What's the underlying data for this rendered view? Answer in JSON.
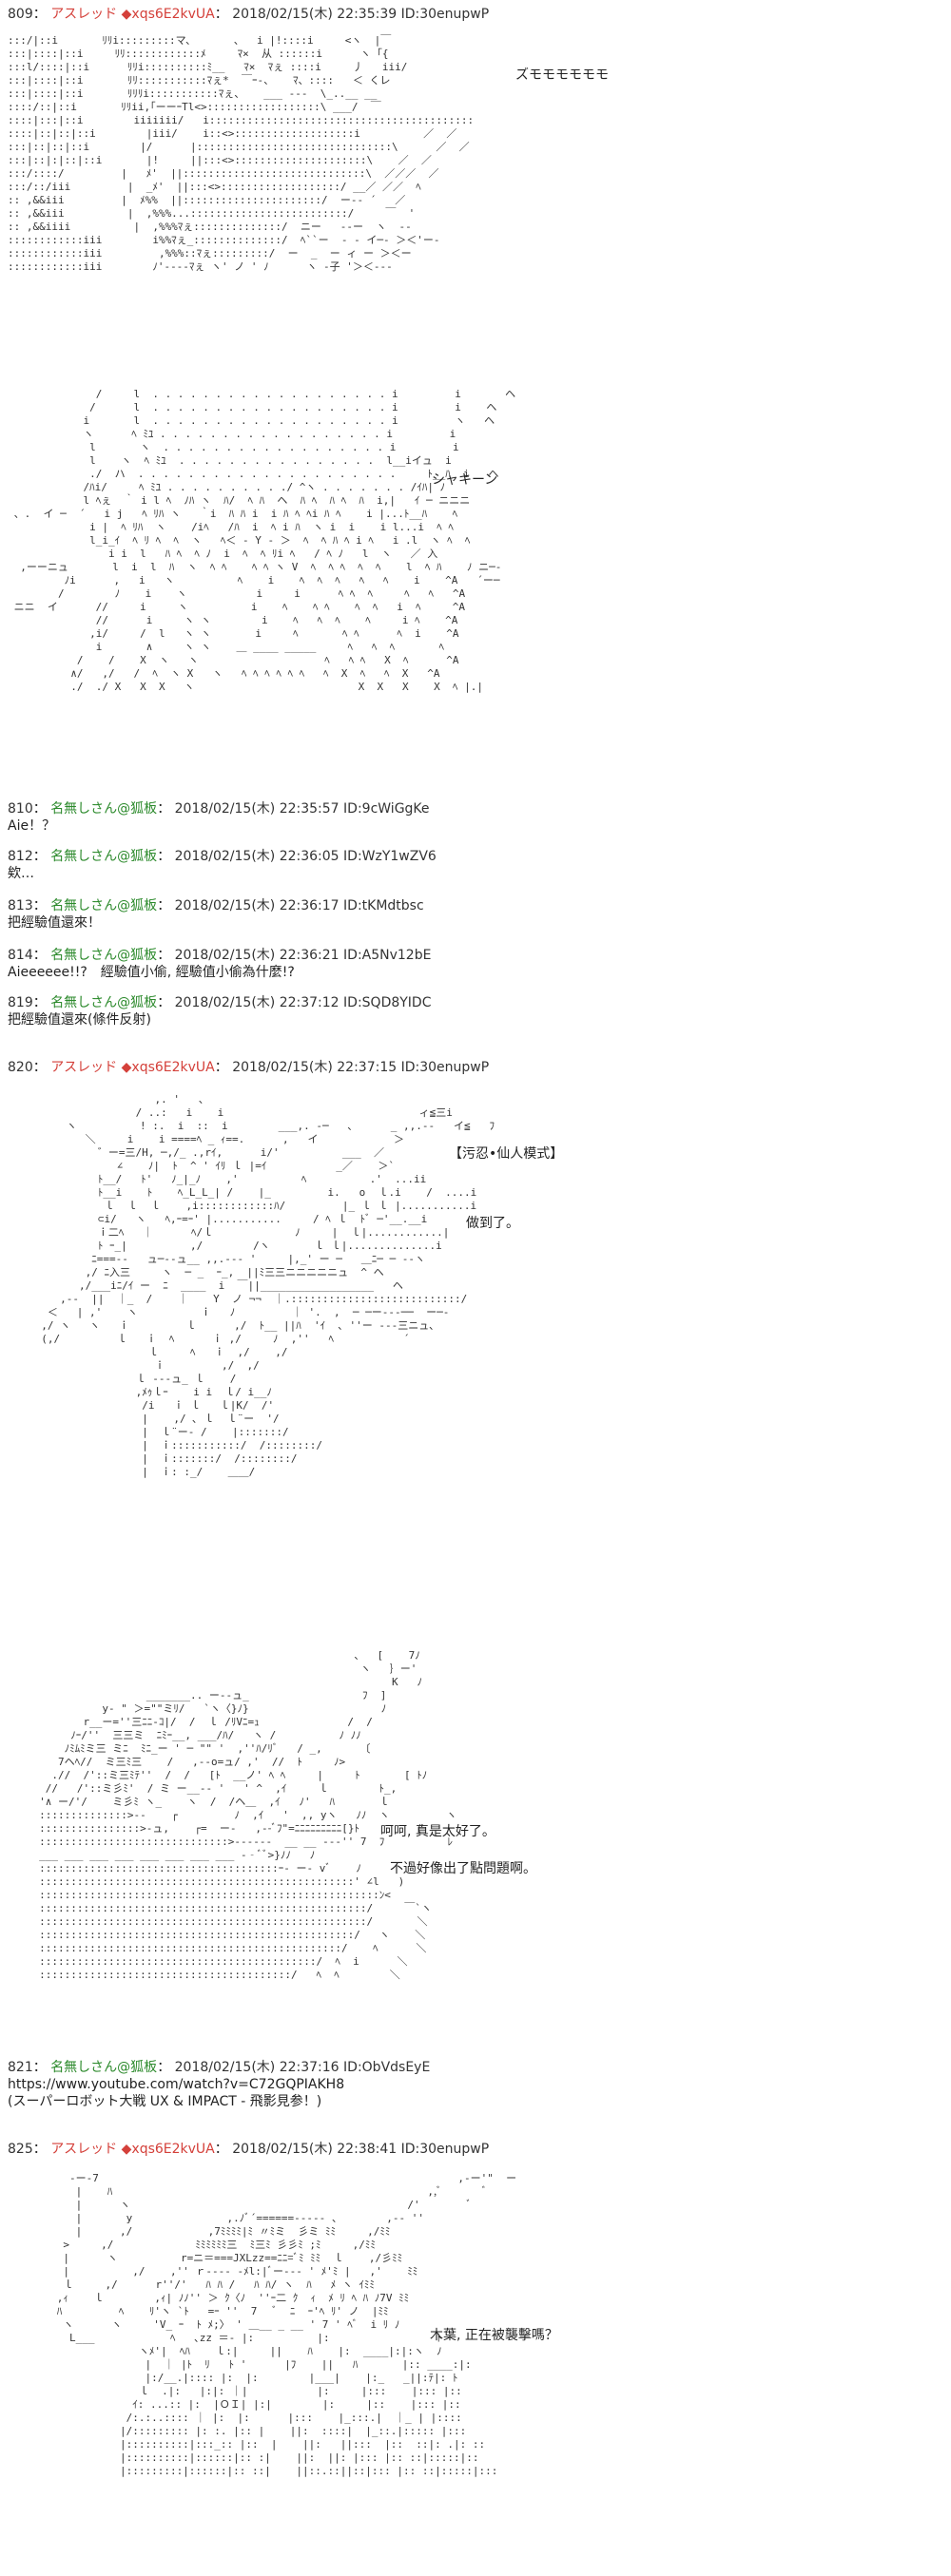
{
  "posts": [
    {
      "num": "809",
      "name": "アスレッド",
      "trip": "◆xqs6E2kvUA",
      "meta": "2018/02/15(木) 22:35:39 ID:30enupwP"
    },
    {
      "num": "810",
      "name": "名無しさん@狐板",
      "meta": "2018/02/15(木) 22:35:57 ID:9cWiGgKe",
      "text": "Aie！？"
    },
    {
      "num": "812",
      "name": "名無しさん@狐板",
      "meta": "2018/02/15(木) 22:36:05 ID:WzY1wZV6",
      "text": "欸…"
    },
    {
      "num": "813",
      "name": "名無しさん@狐板",
      "meta": "2018/02/15(木) 22:36:17 ID:tKMdtbsc",
      "text": "把經驗值還來！"
    },
    {
      "num": "814",
      "name": "名無しさん@狐板",
      "meta": "2018/02/15(木) 22:36:21 ID:A5Nv12bE",
      "text": "Aieeeeee!!?　經驗值小偷, 經驗值小偷為什麼!?"
    },
    {
      "num": "819",
      "name": "名無しさん@狐板",
      "meta": "2018/02/15(木) 22:37:12 ID:SQD8YIDC",
      "text": "把經驗值還來(條件反射)"
    },
    {
      "num": "820",
      "name": "アスレッド",
      "trip": "◆xqs6E2kvUA",
      "meta": "2018/02/15(木) 22:37:15 ID:30enupwP"
    },
    {
      "num": "821",
      "name": "名無しさん@狐板",
      "meta": "2018/02/15(木) 22:37:16 ID:ObVdsEyE",
      "text": "https://www.youtube.com/watch?v=C72GQPIAKH8",
      "text2": "(スーパーロボット大戦 UX & IMPACT - 飛影見参！)"
    },
    {
      "num": "825",
      "name": "アスレッド",
      "trip": "◆xqs6E2kvUA",
      "meta": "2018/02/15(木) 22:38:41 ID:30enupwP"
    }
  ],
  "aa_labels": {
    "zugogo": "ズモモモモモモ",
    "shaki": "シャキーン",
    "mode": "【污忍•仙人模式】",
    "done": "做到了。",
    "hehe": "呵呵, 真是太好了。",
    "problem": "不過好像出了點問題啊。",
    "konoha": "木葉, 正在被襲擊嗎？"
  }
}
